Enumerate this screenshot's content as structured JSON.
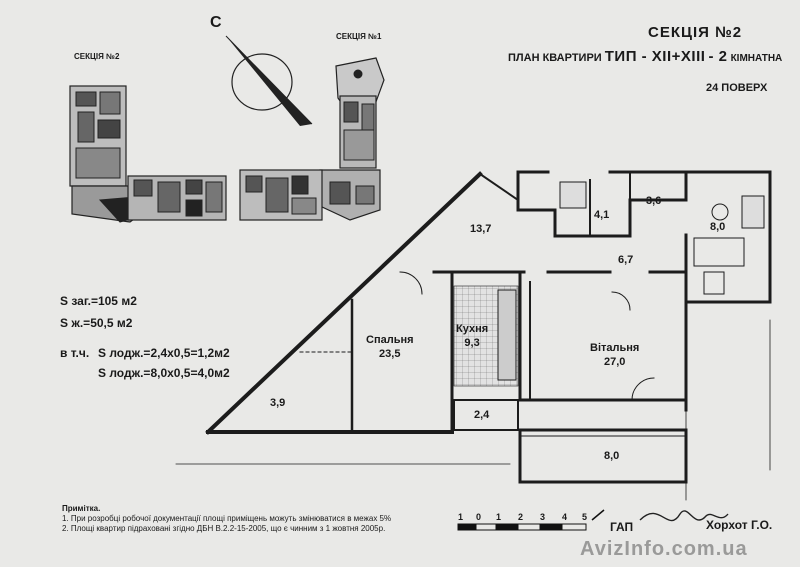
{
  "header": {
    "section_title": "СЕКЦІЯ  №2",
    "plan_prefix": "ПЛАН КВАРТИРИ",
    "plan_type": "ТИП - ХІІ+ХІІІ",
    "plan_dash": "- 2",
    "plan_rooms": "КІМНАТНА",
    "floor": "24  ПОВЕРХ"
  },
  "key_plan": {
    "section2_label": "СЕКЦІЯ №2",
    "section1_label": "СЕКЦІЯ №1",
    "compass_letter": "С"
  },
  "areas": {
    "total": "S заг.=105 м2",
    "living": "S ж.=50,5 м2",
    "loggia_prefix": "в т.ч.",
    "loggia1": "S лодж.=2,4х0,5=1,2м2",
    "loggia2": "S лодж.=8,0х0,5=4,0м2"
  },
  "rooms": {
    "hall": "13,7",
    "wc": "4,1",
    "storage": "3,6",
    "bath": "8,0",
    "corridor": "6,7",
    "kitchen_name": "Кухня",
    "kitchen_area": "9,3",
    "bedroom_name": "Спальня",
    "bedroom_area": "23,5",
    "living_name": "Вітальня",
    "living_area": "27,0",
    "corner": "3,9",
    "loggia_small": "2,4",
    "loggia_big": "8,0"
  },
  "notes": {
    "heading": "Примітка.",
    "line1": "1. При розробці робочої документації площі приміщень можуть змінюватися  в межах 5%",
    "line2": "2. Площі квартир підраховані згідно ДБН В.2.2-15-2005, що є чинним з 1 жовтня 2005р."
  },
  "scale": {
    "ticks": [
      "1",
      "0",
      "1",
      "2",
      "3",
      "4",
      "5"
    ]
  },
  "signature": {
    "role": "ГАП",
    "name": "Хорхот Г.О."
  },
  "watermark": "AvizInfo.com.ua"
}
